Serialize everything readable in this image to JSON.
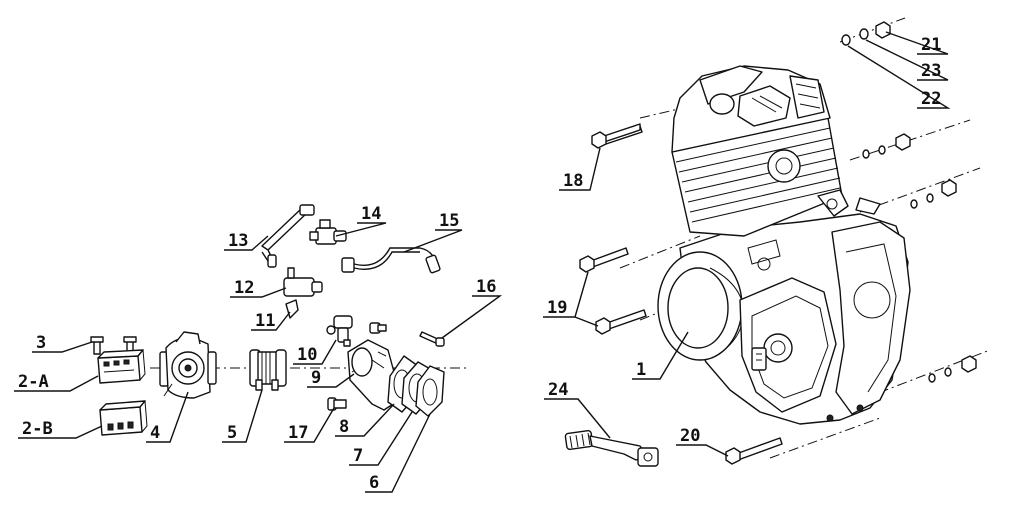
{
  "callouts": {
    "c1": "1",
    "c2A": "2-A",
    "c2B": "2-B",
    "c3": "3",
    "c4": "4",
    "c5": "5",
    "c6": "6",
    "c7": "7",
    "c8": "8",
    "c9": "9",
    "c10": "10",
    "c11": "11",
    "c12": "12",
    "c13": "13",
    "c14": "14",
    "c15": "15",
    "c16": "16",
    "c17": "17",
    "c18": "18",
    "c19": "19",
    "c20": "20",
    "c21": "21",
    "c22": "22",
    "c23": "23",
    "c24": "24"
  }
}
